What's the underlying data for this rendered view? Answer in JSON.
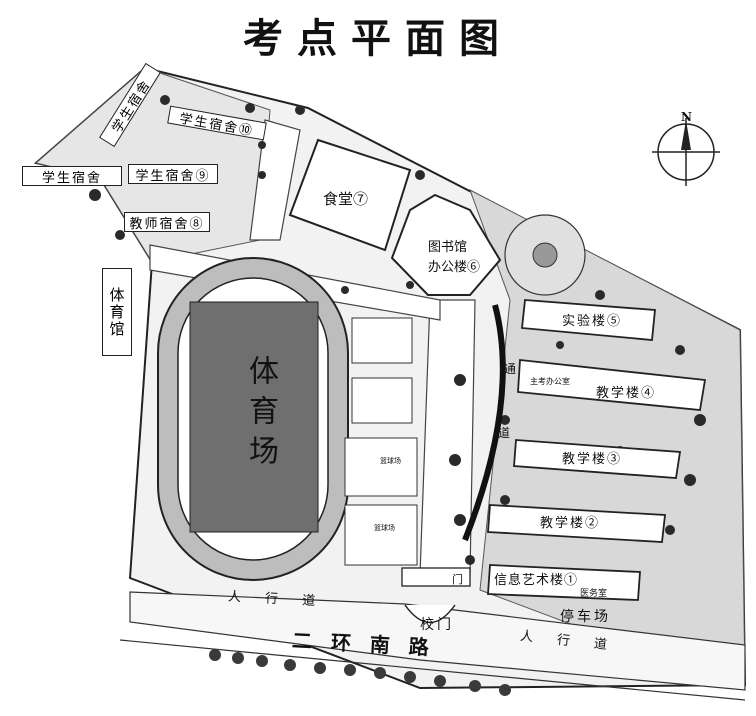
{
  "title": "考点平面图",
  "compass": {
    "north_label": "N"
  },
  "buildings": {
    "dorm_10": "学生宿舍⑩",
    "dorm_9": "学生宿舍⑨",
    "dorm_plain_left": "学生宿舍",
    "dorm_plain_vertical": "学生宿舍",
    "teacher_dorm": "教师宿舍⑧",
    "canteen": "食堂⑦",
    "library_line1": "图书馆",
    "library_line2": "办公楼⑥",
    "lab_5": "实验楼⑤",
    "teaching_4": "教学楼④",
    "teaching_3": "教学楼③",
    "teaching_2": "教学楼②",
    "info_art_1": "信息艺术楼①",
    "infirmary": "医务室",
    "small_office": "主考办公室",
    "gym": "体育馆"
  },
  "areas": {
    "sports_field": "体育场",
    "parking": "停车场",
    "passage_top": "通",
    "passage_bottom": "道",
    "gate_small": "门",
    "main_gate": "校门",
    "pavilion_1": "篮球场",
    "pavilion_2": "篮球场"
  },
  "roads": {
    "sidewalk_left": "人 行 道",
    "sidewalk_right": "人 行 道",
    "ring_road": "二 环 南 路"
  },
  "colors": {
    "line": "#222222",
    "field": "#6f6f6f",
    "grass": "#d9d9d9",
    "tree": "#2a2a2a"
  }
}
